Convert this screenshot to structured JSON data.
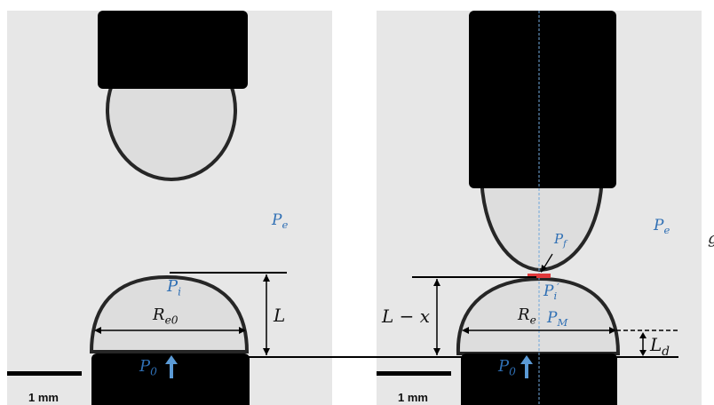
{
  "figure": {
    "left_panel": {
      "labels": {
        "pe": "P",
        "pe_sub": "e",
        "pi": "P",
        "pi_sub": "i",
        "re0": "R",
        "re0_sub": "e0",
        "L": "L",
        "p0": "P",
        "p0_sub": "0"
      },
      "scale_bar": "1 mm"
    },
    "right_panel": {
      "labels": {
        "pe": "P",
        "pe_sub": "e",
        "pf": "P",
        "pf_sub": "f",
        "pi_prime": "P",
        "pi_prime_sub": "i",
        "pi_prime_sup": "′",
        "re": "R",
        "re_sub": "e",
        "pm": "P",
        "pm_sub": "M",
        "lx": "L − x",
        "ld": "L",
        "ld_sub": "d",
        "p0": "P",
        "p0_sub": "0"
      },
      "scale_bar": "1 mm"
    },
    "side_glyph": "g",
    "colors": {
      "background": "#e7e7e7",
      "label_blue": "#2f6fb4",
      "arrow_blue": "#5b9ad5",
      "contact_red": "#e0393b",
      "guide_blue": "#6fa8dc",
      "shadow": "#000000"
    }
  }
}
